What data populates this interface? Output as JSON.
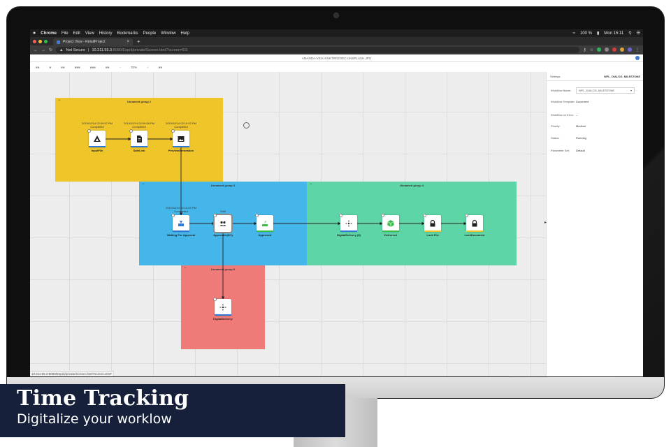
{
  "menubar": {
    "apple": "",
    "app": "Chrome",
    "items": [
      "File",
      "Edit",
      "View",
      "History",
      "Bookmarks",
      "People",
      "Window",
      "Help"
    ],
    "battery": "100 %",
    "clock": "Mon 15:11"
  },
  "browser": {
    "tab_title": "Project View - RetailProject",
    "tab_close": "×",
    "new_tab": "+",
    "not_secure": "Not Secure",
    "url_host": "10.211.55.3",
    "url_path": ":8080/Esprit/private/Screen.html?screen=ES",
    "status_url": "10.211.55.3:8080/Esprit/private/Screen.html?screen=ES#"
  },
  "app": {
    "title": "AMANDA-VICK-KNKTRRZOEC-UNSPLASH.JPG",
    "zoom": "70%"
  },
  "groups": [
    {
      "title": "Unnamed group 2",
      "collapse": "−",
      "color": "#efc52a"
    },
    {
      "title": "Unnamed group 3",
      "collapse": "−",
      "color": "#45b6ea"
    },
    {
      "title": "Unnamed group 4",
      "collapse": "−",
      "color": "#5dd5a6"
    },
    {
      "title": "Unnamed group 5",
      "collapse": "−",
      "color": "#ef7b78"
    }
  ],
  "nodes": [
    {
      "label": "InputFile",
      "meta1": "2019/10/14 02:09:57 PM",
      "meta2": "Completed",
      "icon": "triangle-shapes-icon",
      "bar": "#2e78d6"
    },
    {
      "label": "SafeLink",
      "meta1": "2019/10/14 02:09:58 PM",
      "meta2": "Completed",
      "icon": "document-icon",
      "bar": "#2e78d6"
    },
    {
      "label": "PreviewGeneration",
      "meta1": "2019/10/14 02:10:02 PM",
      "meta2": "Completed",
      "icon": "image-icon",
      "bar": "#2e78d6"
    },
    {
      "label": "Waiting For Approval",
      "meta1": "2019/10/14 02:10:02 PM",
      "meta2": "Completed",
      "icon": "hourglass-icon",
      "bar": "#2e78d6"
    },
    {
      "label": "Approvals(0/1)",
      "meta1": "Wait",
      "meta2": "",
      "icon": "users-icon",
      "bar": "#8a8a8a"
    },
    {
      "label": "Approved",
      "meta1": "",
      "meta2": "",
      "icon": "approved-icon",
      "bar": "#3cbd4a"
    },
    {
      "label": "DigitalDelivery (8)",
      "meta1": "",
      "meta2": "",
      "icon": "delivery-icon",
      "bar": "#2e78d6"
    },
    {
      "label": "Delivered",
      "meta1": "",
      "meta2": "",
      "icon": "cube-icon",
      "bar": "#3cbd4a"
    },
    {
      "label": "Lock File",
      "meta1": "",
      "meta2": "",
      "icon": "lock-icon",
      "bar": "#efc52a"
    },
    {
      "label": "LockDocument",
      "meta1": "",
      "meta2": "",
      "icon": "lock-icon",
      "bar": "#efc52a"
    },
    {
      "label": "DigitalDelivery",
      "meta1": "",
      "meta2": "",
      "icon": "delivery-icon",
      "bar": "#2e78d6"
    }
  ],
  "settings": {
    "header": "Settings",
    "workflow_tag": "WFL_DIALOG_MILESTONE",
    "workflow_name_label": "Workflow Name:",
    "workflow_name_value": "WFL_DIALOG_MILESTONE",
    "template_label": "Workflow Template:",
    "template_value": "Document",
    "on_error_label": "Workflow on Error:",
    "on_error_value": "--",
    "priority_label": "Priority:",
    "priority_value": "Medium",
    "status_label": "Status:",
    "status_value": "Running",
    "paramset_label": "Parameter Set:",
    "paramset_value": "Default"
  },
  "banner": {
    "title": "Time Tracking",
    "subtitle": "Digitalize your worklow"
  },
  "colors": {
    "banner_bg": "#16203a",
    "blue_bar": "#2e78d6",
    "green_bar": "#3cbd4a",
    "yellow_bar": "#efc52a"
  }
}
